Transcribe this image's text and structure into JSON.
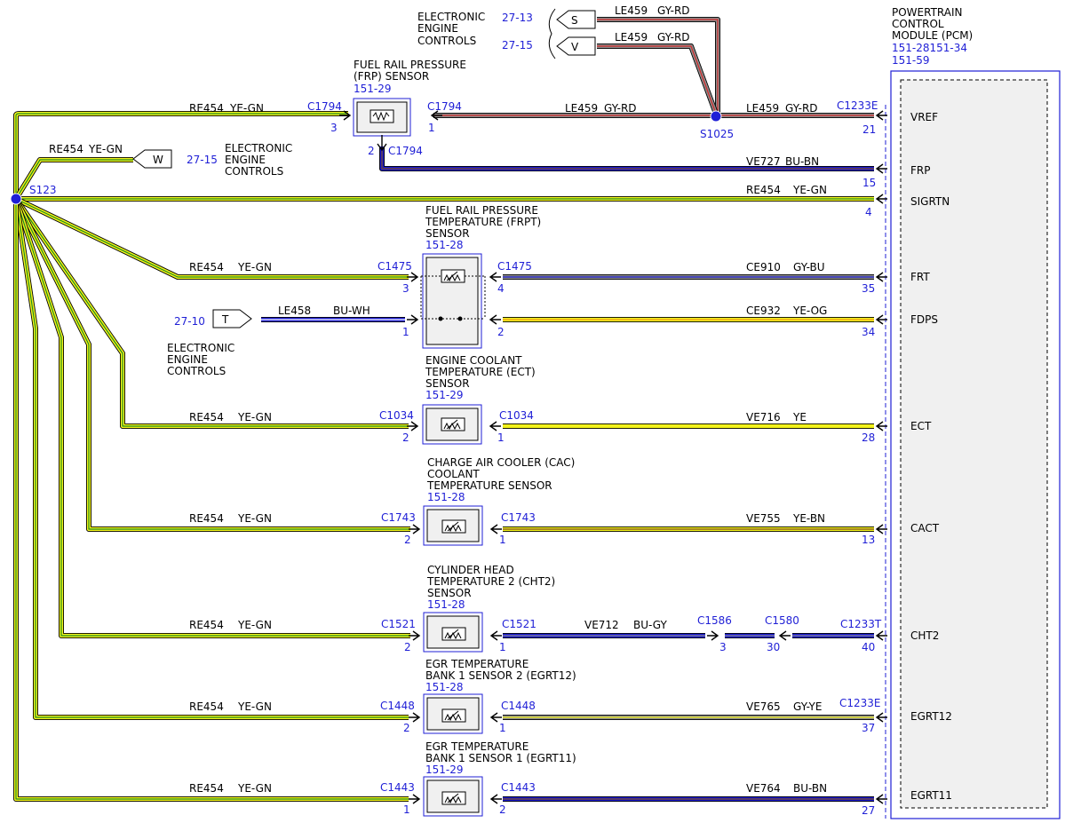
{
  "colors": {
    "ye": "#f2f21a",
    "gn": "#1f8a1f",
    "gy": "#8c8c8c",
    "rd": "#d12a2a",
    "bu": "#1a1ad0",
    "wh": "#ffffff",
    "bn": "#7a4a1f",
    "og": "#f09a1a",
    "blue_text": "#1f1fd6",
    "module_fill": "#f0f0f0"
  },
  "pcm": {
    "title": [
      "POWERTRAIN",
      "CONTROL",
      "MODULE (PCM)"
    ],
    "refs": [
      "151-28151-34",
      "151-59"
    ]
  },
  "top": {
    "eec_label": [
      "ELECTRONIC",
      "ENGINE",
      "CONTROLS"
    ],
    "s": {
      "ref": "27-13",
      "letter": "S",
      "wire": "LE459",
      "color": "GY-RD"
    },
    "v": {
      "ref": "27-15",
      "letter": "V",
      "wire": "LE459",
      "color": "GY-RD"
    }
  },
  "frp": {
    "title": [
      "FUEL RAIL PRESSURE",
      "(FRP) SENSOR"
    ],
    "ref": "151-29",
    "conn": "C1794",
    "pin_left": "3",
    "pin_right": "1",
    "pin_bottom": "2",
    "left_wire": "RE454",
    "left_color": "YE-GN",
    "mid_wire": "LE459",
    "mid_color": "GY-RD",
    "splice": "S1025",
    "right_wire": "LE459",
    "right_color": "GY-RD",
    "pcm_conn": "C1233E",
    "pcm_pin": "21",
    "pcm_label": "VREF",
    "sig_wire": "VE727",
    "sig_color": "BU-BN",
    "sig_pin": "15",
    "sig_label": "FRP"
  },
  "w_conn": {
    "wire": "RE454",
    "color": "YE-GN",
    "letter": "W",
    "ref": "27-15",
    "label": [
      "ELECTRONIC",
      "ENGINE",
      "CONTROLS"
    ]
  },
  "s123": "S123",
  "sigrtn": {
    "wire": "RE454",
    "color": "YE-GN",
    "pin": "4",
    "label": "SIGRTN"
  },
  "frpt": {
    "title": [
      "FUEL RAIL PRESSURE",
      "TEMPERATURE (FRPT)",
      "SENSOR"
    ],
    "ref": "151-28",
    "conn": "C1475",
    "pin_left": "3",
    "pin_right": "4",
    "left_wire": "RE454",
    "left_color": "YE-GN",
    "right_wire": "CE910",
    "right_color": "GY-BU",
    "pcm_pin": "35",
    "pcm_label": "FRT",
    "t_ref": "27-10",
    "t_letter": "T",
    "t_wire": "LE458",
    "t_color": "BU-WH",
    "t_pin": "1",
    "t_label": [
      "ELECTRONIC",
      "ENGINE",
      "CONTROLS"
    ],
    "fdps_pin_right": "2",
    "fdps_wire": "CE932",
    "fdps_color": "YE-OG",
    "fdps_pcm_pin": "34",
    "fdps_label": "FDPS"
  },
  "ect": {
    "title": [
      "ENGINE COOLANT",
      "TEMPERATURE (ECT)",
      "SENSOR"
    ],
    "ref": "151-29",
    "conn": "C1034",
    "pin_left": "2",
    "pin_right": "1",
    "left_wire": "RE454",
    "left_color": "YE-GN",
    "right_wire": "VE716",
    "right_color": "YE",
    "pcm_pin": "28",
    "pcm_label": "ECT"
  },
  "cact": {
    "title": [
      "CHARGE AIR COOLER (CAC)",
      "COOLANT",
      "TEMPERATURE SENSOR"
    ],
    "ref": "151-28",
    "conn": "C1743",
    "pin_left": "2",
    "pin_right": "1",
    "left_wire": "RE454",
    "left_color": "YE-GN",
    "right_wire": "VE755",
    "right_color": "YE-BN",
    "pcm_pin": "13",
    "pcm_label": "CACT"
  },
  "cht2": {
    "title": [
      "CYLINDER HEAD",
      "TEMPERATURE 2 (CHT2)",
      "SENSOR"
    ],
    "ref": "151-28",
    "conn": "C1521",
    "pin_left": "2",
    "pin_right": "1",
    "left_wire": "RE454",
    "left_color": "YE-GN",
    "right_wire": "VE712",
    "right_color": "BU-GY",
    "c1": "C1586",
    "c1_pin": "3",
    "c2": "C1580",
    "c2_pin": "30",
    "pcm_conn": "C1233T",
    "pcm_pin": "40",
    "pcm_label": "CHT2"
  },
  "egrt12": {
    "title": [
      "EGR TEMPERATURE",
      "BANK 1 SENSOR 2 (EGRT12)"
    ],
    "ref": "151-28",
    "conn": "C1448",
    "pin_left": "2",
    "pin_right": "1",
    "left_wire": "RE454",
    "left_color": "YE-GN",
    "right_wire": "VE765",
    "right_color": "GY-YE",
    "pcm_conn": "C1233E",
    "pcm_pin": "37",
    "pcm_label": "EGRT12"
  },
  "egrt11": {
    "title": [
      "EGR TEMPERATURE",
      "BANK 1 SENSOR 1 (EGRT11)"
    ],
    "ref": "151-29",
    "conn": "C1443",
    "pin_left": "1",
    "pin_right": "2",
    "left_wire": "RE454",
    "left_color": "YE-GN",
    "right_wire": "VE764",
    "right_color": "BU-BN",
    "pcm_pin": "27",
    "pcm_label": "EGRT11"
  }
}
